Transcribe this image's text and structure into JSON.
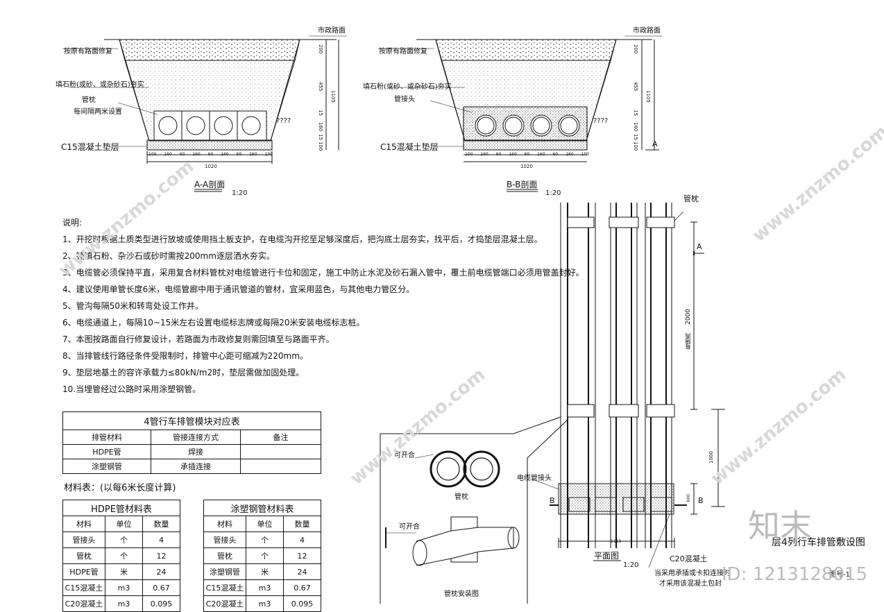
{
  "sections": {
    "aa": {
      "label_surface": "市政路面",
      "label_repair": "按原有路面修复",
      "label_fill": "填石粉(或砂、或杂砂石)夯实",
      "label_pillow": "管枕",
      "label_pillow_note": "每间隔两米设置",
      "label_base": "C15混凝土垫层",
      "title": "A-A剖面",
      "scale": "1:20",
      "widths": [
        "100",
        "160",
        "60",
        "160",
        "60",
        "160",
        "60",
        "160",
        "100"
      ],
      "total_width": "1020",
      "dims_v": [
        "200",
        "455",
        "1105",
        "15",
        "160",
        "15",
        "100"
      ],
      "marks": "????"
    },
    "bb": {
      "label_surface": "市政路面",
      "label_repair": "按原有路面修复",
      "label_fill": "填石粉(或砂、或杂砂石)夯实",
      "label_joint": "管接头",
      "label_base": "C15混凝土垫层",
      "title": "B-B剖面",
      "scale": "1:20",
      "widths": [
        "100",
        "160",
        "60",
        "160",
        "60",
        "160",
        "60",
        "160",
        "100"
      ],
      "total_width": "1020",
      "dims_v": [
        "200",
        "455",
        "1105",
        "15",
        "160",
        "15",
        "100"
      ],
      "marks": "????",
      "section_mark": "A"
    }
  },
  "notes": {
    "title": "说明:",
    "items": [
      "1、开挖时根据土质类型进行放坡或使用挡土板支护，在电缆沟开挖至足够深度后，把沟底土层夯实，找平后，才捣垫层混凝土层。",
      "2、铺填石粉、杂沙石或砂时需按200mm逐层洒水夯实。",
      "3、电缆管必须保持平直，采用复合材料管枕对电缆管进行卡位和固定，施工中防止水泥及砂石漏入管中，覆土前电缆管端口必须用管盖封好。",
      "4、建议使用单管长度6米，电缆管廊中用于通讯管道的管材，宜采用蓝色，与其他电力管区分。",
      "5、管沟每隔50米和转弯处设工作井。",
      "6、电缆通道上，每隔10~15米左右设置电缆标志牌或每隔20米安装电缆标志桩。",
      "7、本图按路面自行修复设计，若路面为市政修复则需回填至与路面平齐。",
      "8、当排管线行路径条件受限制时，排管中心距可缩减为220mm。",
      "9、垫层地基土的容许承载力≤80kN/m2时，垫层需做加固处理。",
      "10.当埋管经过公路时采用涂塑钢管。"
    ]
  },
  "module_table": {
    "title": "4管行车排管模块对应表",
    "headers": [
      "排管材料",
      "管接连接方式",
      "备注"
    ],
    "rows": [
      [
        "HDPE管",
        "焊接",
        ""
      ],
      [
        "涂塑钢管",
        "承插连接",
        ""
      ]
    ]
  },
  "materials_caption": "材料表：(以每6米长度计算)",
  "hdpe_table": {
    "title": "HDPE管材料表",
    "headers": [
      "材料",
      "单位",
      "数量"
    ],
    "rows": [
      [
        "管接头",
        "个",
        "4"
      ],
      [
        "管枕",
        "个",
        "12"
      ],
      [
        "HDPE管",
        "米",
        "24"
      ],
      [
        "C15混凝土",
        "m3",
        "0.67"
      ],
      [
        "C20混凝土",
        "m3",
        "0.095"
      ]
    ]
  },
  "steel_table": {
    "title": "涂塑钢管材料表",
    "headers": [
      "材料",
      "单位",
      "数量"
    ],
    "rows": [
      [
        "管接头",
        "个",
        "4"
      ],
      [
        "管枕",
        "个",
        "12"
      ],
      [
        "涂塑钢管",
        "米",
        "24"
      ],
      [
        "C15混凝土",
        "m3",
        "0.67"
      ],
      [
        "C20混凝土",
        "m3",
        "0.095"
      ]
    ]
  },
  "detail": {
    "label_open1": "可开合",
    "label_pillow": "管枕",
    "label_open2": "可开合",
    "label_install": "管枕安装图"
  },
  "plan": {
    "label_pillow": "管枕",
    "label_A": "A",
    "dim_2000": "2000",
    "dim_note": "每隔两",
    "dim_1000": "1000",
    "dim_600": "600",
    "label_joint": "电缆管接头",
    "label_B_left": "B",
    "label_B_right": "B",
    "width": "1110",
    "title": "平面图",
    "scale": "1:20",
    "label_c20": "C20混凝土",
    "note1": "当采用承插或卡扣连接时",
    "note2": "才采用该混凝土包封"
  },
  "drawing_title": "层4列行车排管敷设图",
  "drawing_no": "图号-1",
  "watermark": {
    "logo": "知末",
    "site": "www.znzmo.com",
    "id": "ID: 1213128015"
  }
}
